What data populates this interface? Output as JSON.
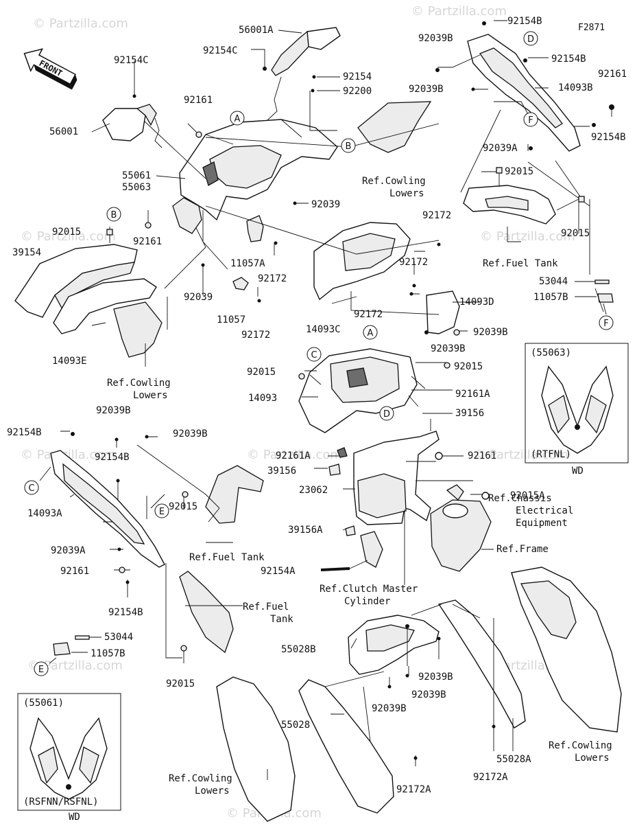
{
  "diagram_code": "F2871",
  "front_label": "FRONT",
  "watermark": "© Partzilla.com",
  "labels": {
    "l56001A": "56001A",
    "l92154C_a": "92154C",
    "l92154C_b": "92154C",
    "l92154": "92154",
    "l92200": "92200",
    "l56001": "56001",
    "l92161_a": "92161",
    "l55061": "55061",
    "l55063": "55063",
    "l92015_a": "92015",
    "l92161_b": "92161",
    "l39154": "39154",
    "l92039_a": "92039",
    "l92039_b": "92039",
    "l11057A": "11057A",
    "l92172_a": "92172",
    "l11057": "11057",
    "l92172_b": "92172",
    "l14093E": "14093E",
    "l92172_c": "92172",
    "l92172_d": "92172",
    "l92172_e": "92172",
    "l14093C": "14093C",
    "l14093D": "14093D",
    "l92039B_a": "92039B",
    "l92039B_b": "92039B",
    "l92154B_a": "92154B",
    "l92154B_b": "92154B",
    "l92154B_c": "92154B",
    "l92039B_c": "92039B",
    "l92161_c": "92161",
    "l14093B": "14093B",
    "l92039A_a": "92039A",
    "l92015_b": "92015",
    "l92015_c": "92015",
    "l53044_a": "53044",
    "l11057B_a": "11057B",
    "l92015_d": "92015",
    "l92015_e": "92015",
    "l14093": "14093",
    "l92161A_a": "92161A",
    "l39156": "39156",
    "l92161A_b": "92161A",
    "l39156_b": "39156",
    "l92161_d": "92161",
    "l23062": "23062",
    "l92015A": "92015A",
    "l39156A": "39156A",
    "l92154A": "92154A",
    "l92039B_d": "92039B",
    "l92154B_d": "92154B",
    "l92039B_e": "92039B",
    "l92154B_e": "92154B",
    "l14093A": "14093A",
    "l92039A_b": "92039A",
    "l92161_e": "92161",
    "l92154B_f": "92154B",
    "l92015_f": "92015",
    "l92015_g": "92015",
    "l53044_b": "53044",
    "l11057B_b": "11057B",
    "l55028B": "55028B",
    "l92039B_f": "92039B",
    "l92039B_g": "92039B",
    "l55028": "55028",
    "l55028A": "55028A",
    "l92172A_a": "92172A",
    "l92172A_b": "92172A"
  },
  "refs": {
    "cowling_lowers_a_1": "Ref.Cowling",
    "cowling_lowers_a_2": "Lowers",
    "cowling_lowers_b_1": "Ref.Cowling",
    "cowling_lowers_b_2": "Lowers",
    "fuel_tank_a": "Ref.Fuel Tank",
    "fuel_tank_b": "Ref.Fuel Tank",
    "fuel_c_1": "Ref.Fuel",
    "fuel_c_2": "Tank",
    "chassis_1": "Ref.Chassis",
    "chassis_2": "Electrical",
    "chassis_3": "Equipment",
    "frame": "Ref.Frame",
    "clutch_1": "Ref.Clutch Master",
    "clutch_2": "Cylinder",
    "cowling_lowers_c_1": "Ref.Cowling",
    "cowling_lowers_c_2": "Lowers",
    "cowling_lowers_d_1": "Ref.Cowling",
    "cowling_lowers_d_2": "Lowers"
  },
  "callouts": {
    "A1": "A",
    "A2": "A",
    "B1": "B",
    "B2": "B",
    "C1": "C",
    "C2": "C",
    "D1": "D",
    "D2": "D",
    "E1": "E",
    "E2": "E",
    "F1": "F",
    "F2": "F"
  },
  "inset_top": {
    "code": "(55063)",
    "variant": "(RTFNL)",
    "market": "WD"
  },
  "inset_bottom": {
    "code": "(55061)",
    "variant": "(RSFNN/RSFNL)",
    "market": "WD"
  }
}
